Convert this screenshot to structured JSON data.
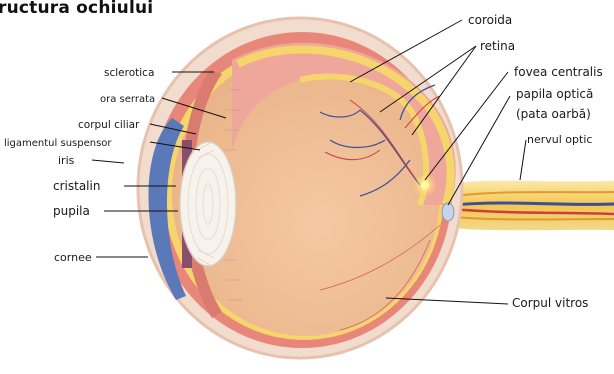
{
  "title": "ructura ochiului",
  "labels": {
    "coroida": "coroida",
    "retina": "retina",
    "fovea": "fovea centralis",
    "papila1": "papila optică",
    "papila2": "(pata oarbă)",
    "nervul": "nervul optic",
    "sclerotica": "sclerotica",
    "ora": "ora serrata",
    "corpul_ciliar": "corpul ciliar",
    "ligamentul": "ligamentul suspensor",
    "iris": "iris",
    "cristalin": "cristalin",
    "pupila": "pupila",
    "cornee": "cornee",
    "vitros": "Corpul vitros"
  }
}
